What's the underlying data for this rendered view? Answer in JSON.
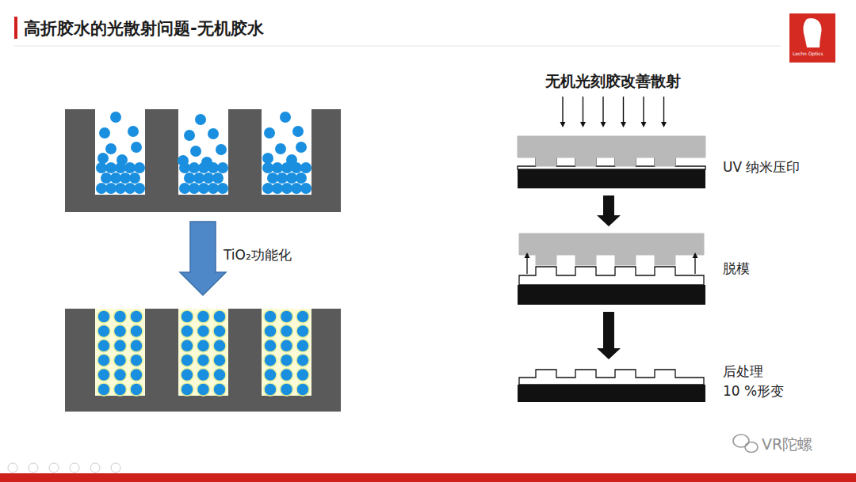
{
  "diagram": {
    "title": "高折胶水的光散射问题-无机胶水",
    "nodes": [
      {
        "text": [
          "UV 纳米压印"
        ]
      },
      {
        "text": [
          "脱模"
        ]
      },
      {
        "text": [
          "后处理",
          "10 %形变"
        ]
      }
    ],
    "edges": [
      {
        "from": 0,
        "to": 1,
        "arrow": "to"
      },
      {
        "from": 1,
        "to": 2,
        "arrow": "to"
      }
    ],
    "labels": [
      "无机光刻胶改善散射",
      "TiO₂功能化",
      "Lochn Optics",
      "VR陀螺"
    ]
  }
}
